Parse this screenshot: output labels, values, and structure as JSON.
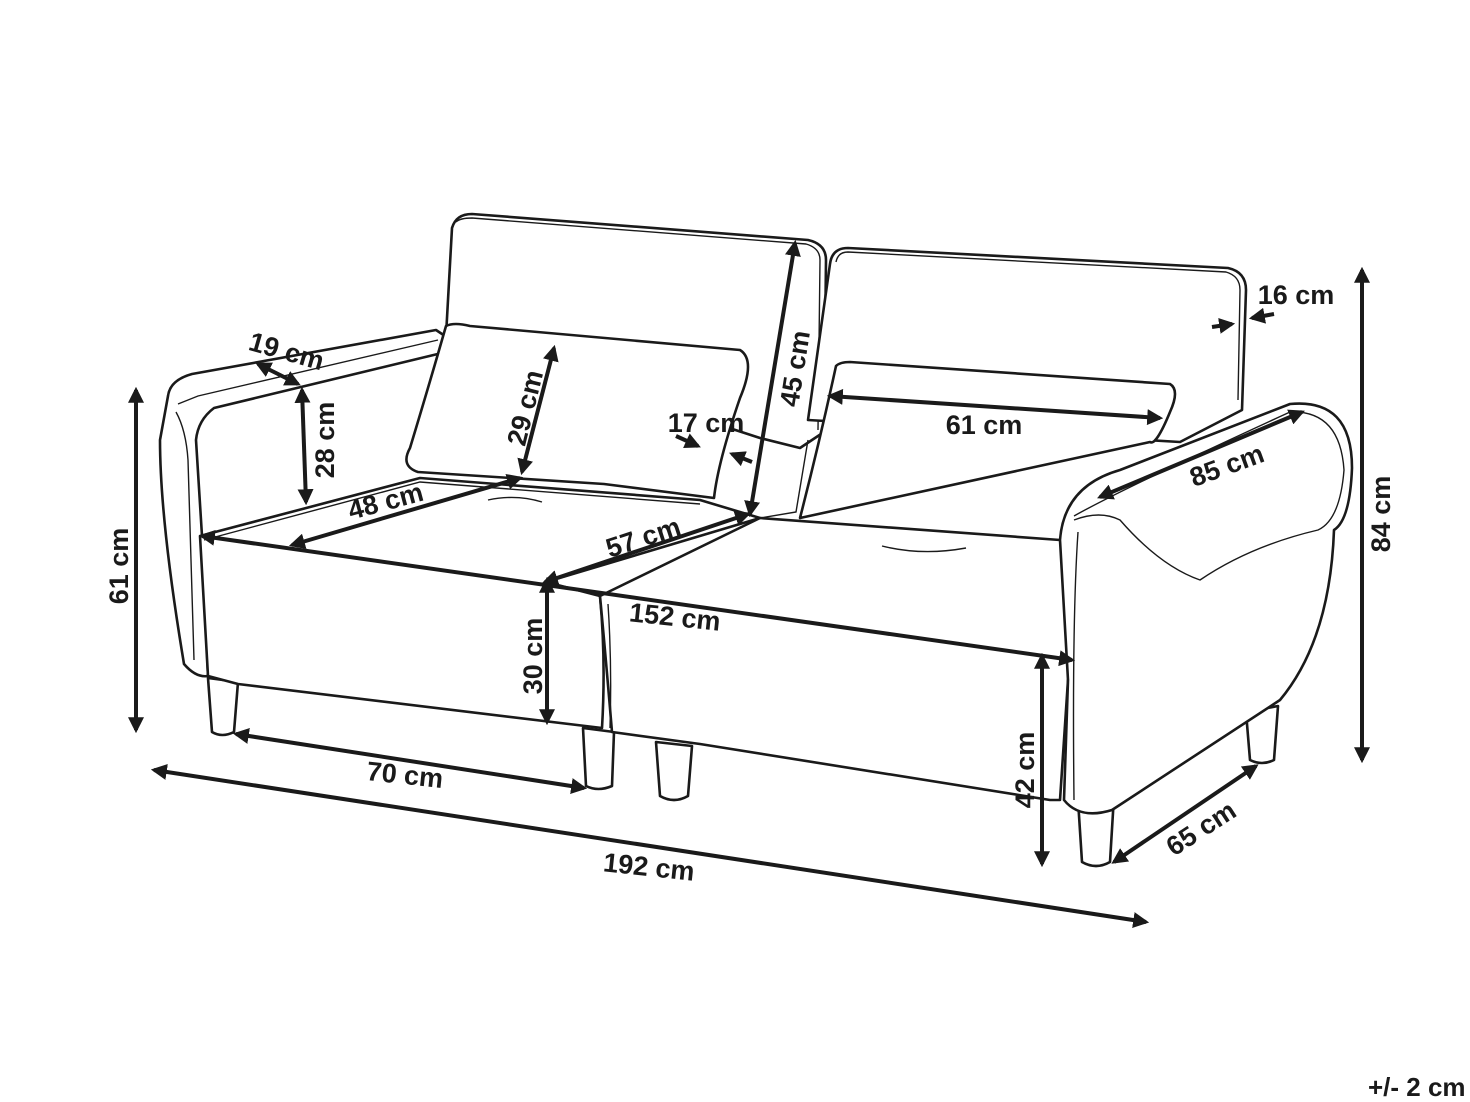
{
  "dimensions": {
    "backrest_height": "45 cm",
    "cushion_height": "29 cm",
    "cushion_depth": "17 cm",
    "cushion_width": "61 cm",
    "back_thickness": "16 cm",
    "armrest_width": "19 cm",
    "armrest_height_above_seat": "28 cm",
    "seat_width_single": "48 cm",
    "seat_depth": "57 cm",
    "armrest_length": "85 cm",
    "total_height": "84 cm",
    "armrest_height": "61 cm",
    "seat_width_total": "152 cm",
    "seat_thickness": "30 cm",
    "seat_height": "42 cm",
    "base_length": "70 cm",
    "total_depth": "65 cm",
    "total_width": "192 cm"
  },
  "tolerance": "+/- 2 cm"
}
